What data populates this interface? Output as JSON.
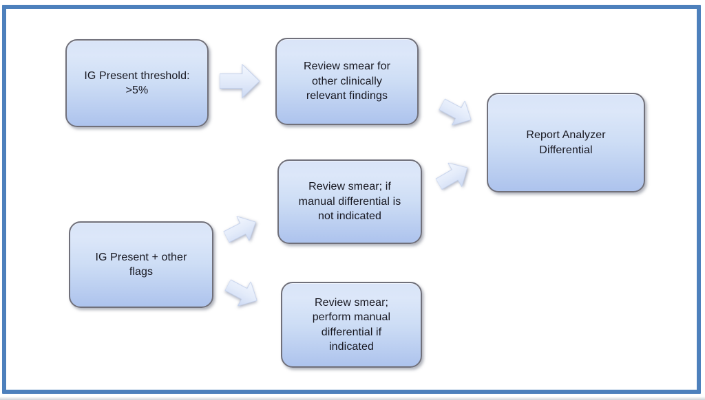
{
  "diagram": {
    "type": "flowchart",
    "nodes": [
      {
        "id": "ig-present-threshold",
        "label": "IG Present threshold:\n>5%"
      },
      {
        "id": "review-smear-findings",
        "label": "Review smear for\nother clinically\nrelevant findings"
      },
      {
        "id": "report-analyzer-differential",
        "label": "Report Analyzer\nDifferential"
      },
      {
        "id": "review-smear-no-manual-diff",
        "label": "Review smear; if\nmanual differential is\nnot indicated"
      },
      {
        "id": "ig-present-other-flags",
        "label": "IG Present + other\nflags"
      },
      {
        "id": "review-smear-manual-diff",
        "label": "Review smear;\nperform manual\ndifferential if\nindicated"
      }
    ],
    "connectors": [
      {
        "from": "ig-present-threshold",
        "to": "review-smear-findings",
        "direction": "right"
      },
      {
        "from": "review-smear-findings",
        "to": "report-analyzer-differential",
        "direction": "down-right"
      },
      {
        "from": "review-smear-no-manual-diff",
        "to": "report-analyzer-differential",
        "direction": "up-right"
      },
      {
        "from": "ig-present-other-flags",
        "to": "review-smear-no-manual-diff",
        "direction": "up-right"
      },
      {
        "from": "ig-present-other-flags",
        "to": "review-smear-manual-diff",
        "direction": "down-right"
      }
    ],
    "colors": {
      "frame_border": "#4d80bc",
      "node_border": "#70707a",
      "node_fill_top": "#dce7f9",
      "node_fill_bottom": "#adc3ed",
      "arrow_fill_top": "#f3f7fe",
      "arrow_fill_bottom": "#ccd9f3",
      "text": "#16161f",
      "background": "#ffffff"
    }
  }
}
